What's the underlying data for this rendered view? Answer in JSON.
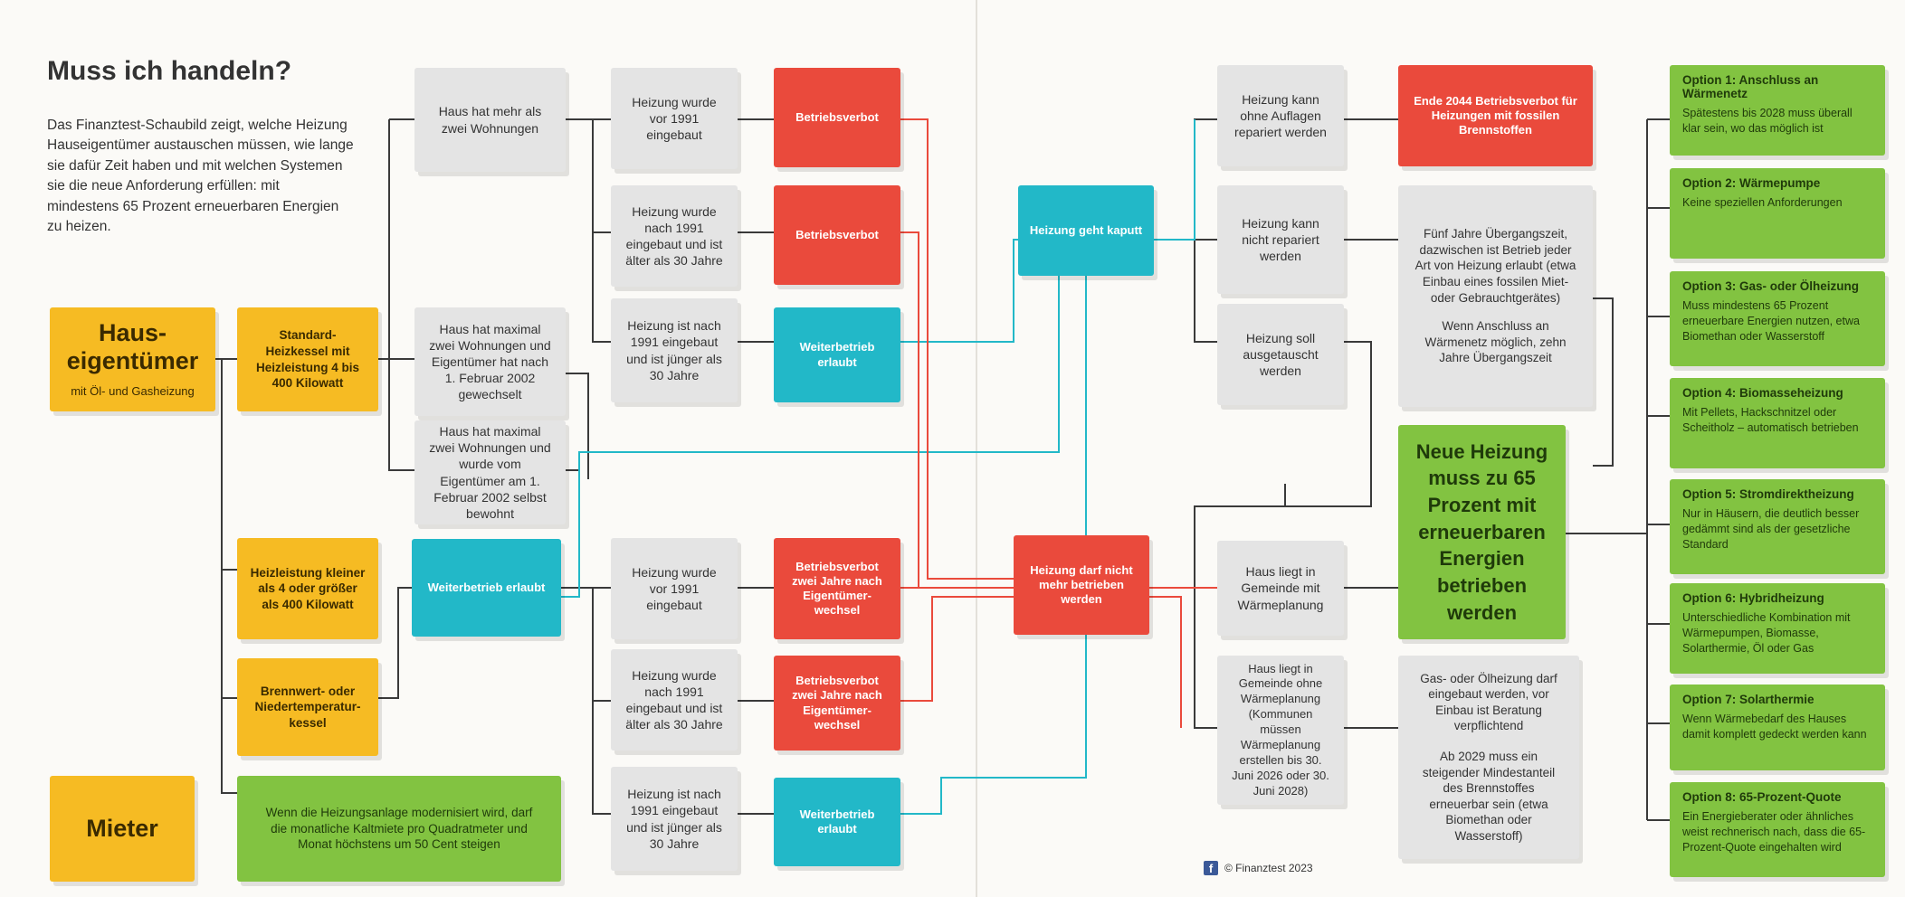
{
  "title": "Muss ich handeln?",
  "intro": "Das Finanztest-Schaubild zeigt, welche Heizung Hauseigentümer austauschen müssen, wie lange sie dafür Zeit haben und mit welchen Systemen sie die neue Anforderung erfüllen: mit mindestens 65 Prozent erneuerbaren Energien zu heizen.",
  "owner": {
    "title": "Haus-eigentümer",
    "subtitle": "mit Öl- und Gasheizung"
  },
  "tenant": {
    "title": "Mieter",
    "text": "Wenn die Heizungsanlage modernisiert wird, darf die monatliche Kaltmiete pro Quadratmeter und Monat höchstens um 50 Cent steigen"
  },
  "boilers": {
    "standard": "Standard-Heizkessel mit Heizleistung 4 bis 400 Kilowatt",
    "small_large": "Heizleistung kleiner als 4 oder größer als 400 Kilowatt",
    "condensing": "Brennwert- oder Niedertemperatur-kessel"
  },
  "houses": {
    "more_than_two": "Haus hat mehr als zwei Wohnungen",
    "max_two_changed": "Haus hat maximal zwei Wohnungen und Eigentümer hat nach 1. Februar 2002 gewechselt",
    "max_two_owned": "Haus hat maximal zwei Wohnungen und wurde vom Eigentümer am 1. Februar 2002 selbst bewohnt"
  },
  "ages": {
    "a1": "Heizung wurde vor 1991 eingebaut",
    "a2": "Heizung wurde nach 1991 eingebaut und ist älter als 30 Jahre",
    "a3": "Heizung ist nach 1991 eingebaut und ist jünger als 30 Jahre",
    "b1": "Heizung wurde vor 1991 eingebaut",
    "b2": "Heizung wurde nach 1991 eingebaut und ist älter als 30 Jahre",
    "b3": "Heizung ist nach 1991 eingebaut und ist jünger als 30 Jahre"
  },
  "results": {
    "r1": "Betriebsverbot",
    "r2": "Betriebsverbot",
    "r3": "Weiterbetrieb erlaubt",
    "cyan_mid": "Weiterbetrieb erlaubt",
    "rb1": "Betriebsverbot zwei Jahre nach Eigentümer-wechsel",
    "rb2": "Betriebsverbot zwei Jahre nach Eigentümer-wechsel",
    "rb3": "Weiterbetrieb erlaubt"
  },
  "center": {
    "broken": "Heizung geht kaputt",
    "not_allowed": "Heizung darf nicht mehr betrieben werden"
  },
  "right": {
    "repair_ok": "Heizung kann ohne Auflagen repariert werden",
    "end_2044": "Ende 2044 Betriebsverbot für Heizungen mit fossilen Brennstoffen",
    "no_repair": "Heizung kann nicht repariert werden",
    "five_years_1": "Fünf Jahre Übergangszeit, dazwischen ist Betrieb jeder Art von Heizung erlaubt (etwa Einbau eines fossilen Miet- oder Gebrauchtgerätes)",
    "five_years_2": "Wenn Anschluss an Wärmenetz möglich, zehn Jahre Übergangszeit",
    "replace": "Heizung soll ausgetauscht werden",
    "new_heating": "Neue Heizung muss zu 65 Prozent mit erneuerbaren Energien betrieben werden",
    "with_plan": "Haus liegt in Gemeinde mit Wärmeplanung",
    "without_plan": "Haus liegt in Gemeinde ohne Wärmeplanung (Kommunen müssen Wärmeplanung erstellen bis 30. Juni 2026 oder 30. Juni 2028)",
    "gas_oil_1": "Gas- oder Ölheizung darf eingebaut werden, vor Einbau ist Beratung verpflichtend",
    "gas_oil_2": "Ab 2029 muss ein steigender Mindestanteil des Brennstoffes erneuerbar sein (etwa Biomethan oder Wasserstoff)"
  },
  "options": [
    {
      "title": "Option 1: Anschluss an Wärmenetz",
      "text": "Spätestens bis 2028 muss überall klar sein, wo das möglich ist"
    },
    {
      "title": "Option 2: Wärmepumpe",
      "text": "Keine speziellen Anforderungen"
    },
    {
      "title": "Option 3: Gas- oder Ölheizung",
      "text": "Muss mindestens 65 Prozent erneuerbare Energien nutzen, etwa Biomethan oder Wasserstoff"
    },
    {
      "title": "Option 4: Biomasseheizung",
      "text": "Mit Pellets, Hackschnitzel oder Scheitholz – automatisch betrieben"
    },
    {
      "title": "Option 5: Stromdirektheizung",
      "text": "Nur in Häusern, die deutlich besser gedämmt sind als der gesetzliche Standard"
    },
    {
      "title": "Option 6: Hybridheizung",
      "text": "Unterschiedliche Kombination mit Wärmepumpen, Biomasse, Solarthermie, Öl oder Gas"
    },
    {
      "title": "Option 7: Solarthermie",
      "text": "Wenn Wärmebedarf des Hauses damit komplett gedeckt werden kann"
    },
    {
      "title": "Option 8: 65-Prozent-Quote",
      "text": "Ein Energieberater oder ähnliches weist rechnerisch nach, dass die 65-Prozent-Quote eingehalten wird"
    }
  ],
  "footer": "© Finanztest 2023",
  "colors": {
    "gray": "#e4e4e4",
    "red": "#ea4a3c",
    "cyan": "#22b8c8",
    "yellow": "#f6bb23",
    "green": "#82c341",
    "line": "#3a3a3a"
  },
  "icons": {
    "footer": "facebook-icon"
  }
}
